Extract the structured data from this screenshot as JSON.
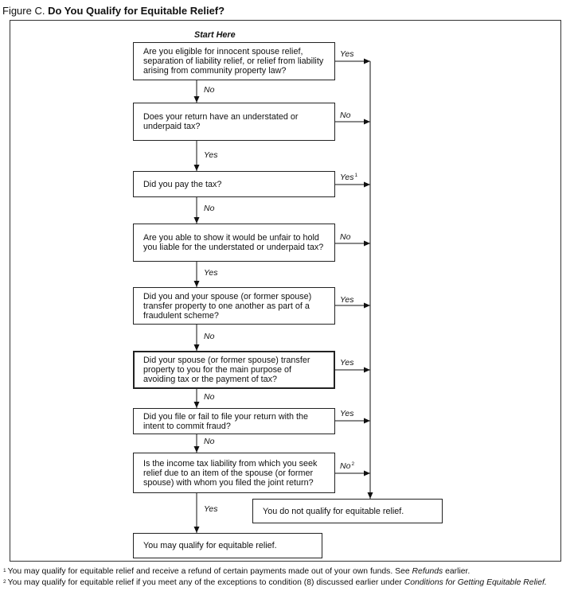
{
  "figure": {
    "label": "Figure C.",
    "title": "Do You Qualify for Equitable Relief?"
  },
  "flowchart": {
    "start_label": "Start Here",
    "questions": [
      {
        "lines": [
          "Are you eligible for innocent spouse relief,",
          "separation of liability relief, or relief from liability",
          "arising from community property law?"
        ],
        "down_label": "No",
        "side_label": "Yes"
      },
      {
        "lines": [
          "Does your return have an understated or",
          "underpaid tax?"
        ],
        "down_label": "Yes",
        "side_label": "No"
      },
      {
        "lines": [
          "Did you pay the tax?"
        ],
        "down_label": "No",
        "side_label": "Yes",
        "side_note": "1"
      },
      {
        "lines": [
          "Are you able to show it would be unfair to hold",
          "you liable for the understated or underpaid tax?"
        ],
        "down_label": "Yes",
        "side_label": "No"
      },
      {
        "lines": [
          "Did you and your spouse (or former spouse)",
          "transfer property to one another as part of a",
          "fraudulent scheme?"
        ],
        "down_label": "No",
        "side_label": "Yes"
      },
      {
        "lines": [
          "Did your spouse (or former spouse) transfer",
          "property to you for the main purpose of",
          "avoiding tax or the payment of tax?"
        ],
        "down_label": "No",
        "side_label": "Yes"
      },
      {
        "lines": [
          "Did you file or fail to file your return with the",
          "intent to commit fraud?"
        ],
        "down_label": "No",
        "side_label": "Yes"
      },
      {
        "lines": [
          "Is the income tax liability from which you seek",
          "relief due to an item of the spouse (or former",
          "spouse) with whom you filed the joint return?"
        ],
        "down_label": "Yes",
        "side_label": "No",
        "side_note": "2"
      }
    ],
    "outcomes": {
      "qualify": "You may qualify for equitable relief.",
      "not_qualify": "You do not qualify for equitable relief."
    }
  },
  "footnotes": [
    {
      "marker": "1",
      "text": "You may qualify for equitable relief and receive a refund of certain payments made out of your own funds. See ",
      "emphasis": "Refunds",
      "text_after": " earlier."
    },
    {
      "marker": "2",
      "text": "You may qualify for equitable relief if you meet any of the exceptions to condition (8) discussed earlier under ",
      "emphasis": "Conditions for Getting Equitable Relief."
    }
  ]
}
